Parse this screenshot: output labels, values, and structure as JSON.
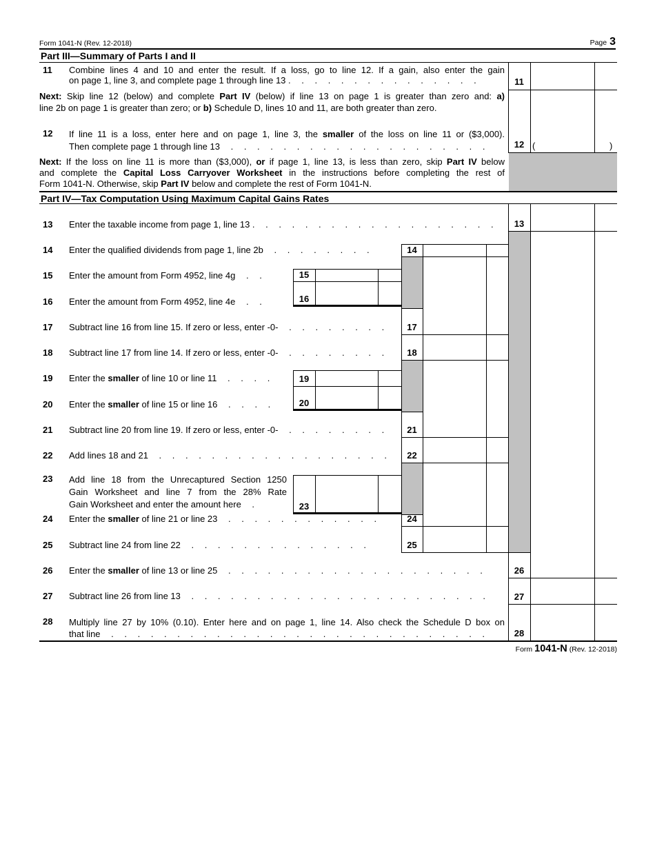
{
  "page": {
    "header_form": "Form 1041-N (Rev. 12-2018)",
    "page_label": "Page",
    "page_number": "3",
    "footer_form_word": "Form",
    "footer_form_number": "1041-N",
    "footer_rev": "(Rev. 12-2018)",
    "colors": {
      "shade": "#c1c1c1",
      "rule": "#000000"
    }
  },
  "part3": {
    "title": "Part III—Summary of Parts I and II",
    "row11": {
      "num": "11",
      "entry_num": "11",
      "lines": [
        [
          {
            "t": "Combine lines 4 and 10 and enter the result. If a loss, go to line 12. If a gain, also enter the gain"
          }
        ],
        [
          {
            "t": "on page 1, line 3, and complete page 1 through line 13 ."
          },
          {
            "t": "  .  .  .  .  .  .  .  .  .  .  .  .  .  .",
            "d": 1
          }
        ]
      ]
    },
    "next1": {
      "lines": [
        [
          {
            "t": "Next:",
            "b": 1
          },
          {
            "t": " Skip line 12 (below) and complete "
          },
          {
            "t": "Part IV",
            "b": 1
          },
          {
            "t": " (below) if line 13 on page 1 is greater than zero and: "
          },
          {
            "t": "a)",
            "b": 1
          }
        ],
        [
          {
            "t": "line 2b on page 1 is greater than zero; or "
          },
          {
            "t": "b)",
            "b": 1
          },
          {
            "t": " Schedule D, lines 10 and 11, are both greater than zero."
          }
        ]
      ]
    },
    "row12": {
      "num": "12",
      "entry_num": "12",
      "paren_open": "(",
      "paren_close": ")",
      "lines": [
        [
          {
            "t": "If line 11 is a loss, enter here and on page 1, line 3, the "
          },
          {
            "t": "smaller",
            "b": 1
          },
          {
            "t": " of the loss on line 11 or ($3,000)."
          }
        ],
        [
          {
            "t": "Then complete page 1 through line 13"
          },
          {
            "t": "   .  .  .  .  .  .  .  .  .  .  .  .  .  .  .  .  .  .  .  .",
            "d": 1
          }
        ]
      ]
    },
    "next2": {
      "lines": [
        [
          {
            "t": "Next:",
            "b": 1
          },
          {
            "t": " If the loss on line 11 is more than ($3,000), "
          },
          {
            "t": "or",
            "b": 1
          },
          {
            "t": " if page 1, line 13, is less than zero, skip "
          },
          {
            "t": "Part IV",
            "b": 1
          },
          {
            "t": " below"
          }
        ],
        [
          {
            "t": "and complete the "
          },
          {
            "t": "Capital Loss Carryover Worksheet",
            "b": 1
          },
          {
            "t": " in the instructions before completing the rest of"
          }
        ],
        [
          {
            "t": "Form 1041-N. Otherwise, skip "
          },
          {
            "t": "Part IV",
            "b": 1
          },
          {
            "t": " below and complete the rest of Form 1041-N."
          }
        ]
      ]
    }
  },
  "part4": {
    "title": "Part IV—Tax Computation Using Maximum Capital Gains Rates",
    "rows": {
      "r13": {
        "num": "13",
        "entry_num": "13",
        "lines": [
          [
            {
              "t": "Enter the taxable income from page 1, line 13 ."
            },
            {
              "t": "  .  .  .  .  .  .  .  .  .  .  .  .  .  .  .  .  .  .",
              "d": 1
            }
          ]
        ]
      },
      "r14": {
        "num": "14",
        "entry_num": "14",
        "lines": [
          [
            {
              "t": "Enter the qualified dividends from page 1, line 2b"
            },
            {
              "t": "   .  .  .  .  .  .  .  .",
              "d": 1
            }
          ]
        ]
      },
      "r15": {
        "num": "15",
        "entry_num": "15",
        "lines": [
          [
            {
              "t": "Enter the amount from Form 4952, line 4g"
            },
            {
              "t": "  .  .",
              "d": 1
            }
          ]
        ]
      },
      "r16": {
        "num": "16",
        "entry_num": "16",
        "lines": [
          [
            {
              "t": "Enter the amount from Form 4952, line 4e"
            },
            {
              "t": "  .  .",
              "d": 1
            }
          ]
        ]
      },
      "r17": {
        "num": "17",
        "entry_num": "17",
        "lines": [
          [
            {
              "t": "Subtract line 16 from line 15. If zero or less, enter -0-"
            },
            {
              "t": "   .  .  .  .  .  .  .  .",
              "d": 1
            }
          ]
        ]
      },
      "r18": {
        "num": "18",
        "entry_num": "18",
        "lines": [
          [
            {
              "t": "Subtract line 17 from line 14. If zero or less, enter -0-"
            },
            {
              "t": "   .  .  .  .  .  .  .  .",
              "d": 1
            }
          ]
        ]
      },
      "r19": {
        "num": "19",
        "entry_num": "19",
        "lines": [
          [
            {
              "t": "Enter the "
            },
            {
              "t": "smaller",
              "b": 1
            },
            {
              "t": " of line 10 or line 11"
            },
            {
              "t": "    .  .  .  .",
              "d": 1
            }
          ]
        ]
      },
      "r20": {
        "num": "20",
        "entry_num": "20",
        "lines": [
          [
            {
              "t": "Enter the "
            },
            {
              "t": "smaller",
              "b": 1
            },
            {
              "t": " of line 15 or line 16"
            },
            {
              "t": "    .  .  .  .",
              "d": 1
            }
          ]
        ]
      },
      "r21": {
        "num": "21",
        "entry_num": "21",
        "lines": [
          [
            {
              "t": "Subtract line 20 from line 19. If zero or less, enter -0-"
            },
            {
              "t": "   .  .  .  .  .  .  .  .",
              "d": 1
            }
          ]
        ]
      },
      "r22": {
        "num": "22",
        "entry_num": "22",
        "lines": [
          [
            {
              "t": "Add lines 18 and 21"
            },
            {
              "t": "   .  .  .  .  .  .  .  .  .  .  .  .  .  .  .  .  .  .",
              "d": 1
            }
          ]
        ]
      },
      "r23": {
        "num": "23",
        "entry_num": "23",
        "lines": [
          [
            {
              "t": "Add line 18 from the Unrecaptured Section 1250"
            }
          ],
          [
            {
              "t": "Gain Worksheet and line 7 from the 28% Rate"
            }
          ],
          [
            {
              "t": "Gain Worksheet and enter the amount here"
            },
            {
              "t": "    .",
              "d": 1
            }
          ]
        ]
      },
      "r24": {
        "num": "24",
        "entry_num": "24",
        "lines": [
          [
            {
              "t": "Enter the "
            },
            {
              "t": "smaller",
              "b": 1
            },
            {
              "t": " of line 21 or line 23"
            },
            {
              "t": "    .  .  .  .  .  .  .  .  .  .  .  .",
              "d": 1
            }
          ]
        ]
      },
      "r25": {
        "num": "25",
        "entry_num": "25",
        "lines": [
          [
            {
              "t": "Subtract line 24 from line 22"
            },
            {
              "t": "    .  .  .  .  .  .  .  .  .  .  .  .  .  .",
              "d": 1
            }
          ]
        ]
      },
      "r26": {
        "num": "26",
        "entry_num": "26",
        "lines": [
          [
            {
              "t": "Enter the "
            },
            {
              "t": "smaller",
              "b": 1
            },
            {
              "t": " of line 13 or line 25"
            },
            {
              "t": "    .  .  .  .  .  .  .  .  .  .  .  .  .  .  .  .  .  .  .  .",
              "d": 1
            }
          ]
        ]
      },
      "r27": {
        "num": "27",
        "entry_num": "27",
        "lines": [
          [
            {
              "t": "Subtract line 26 from line 13"
            },
            {
              "t": "    .  .  .  .  .  .  .  .  .  .  .  .  .  .  .  .  .  .  .  .  .  .  .",
              "d": 1
            }
          ]
        ]
      },
      "r28": {
        "num": "28",
        "entry_num": "28",
        "lines": [
          [
            {
              "t": "Multiply line 27 by 10% (0.10). Enter here and on page 1, line 14. Also check the Schedule D box on"
            }
          ],
          [
            {
              "t": "that line"
            },
            {
              "t": "   .  .  .  .  .  .  .  .  .  .  .  .  .  .  .  .  .  .  .  .  .  .  .  .  .  .  .  .  .",
              "d": 1
            }
          ]
        ]
      }
    }
  }
}
